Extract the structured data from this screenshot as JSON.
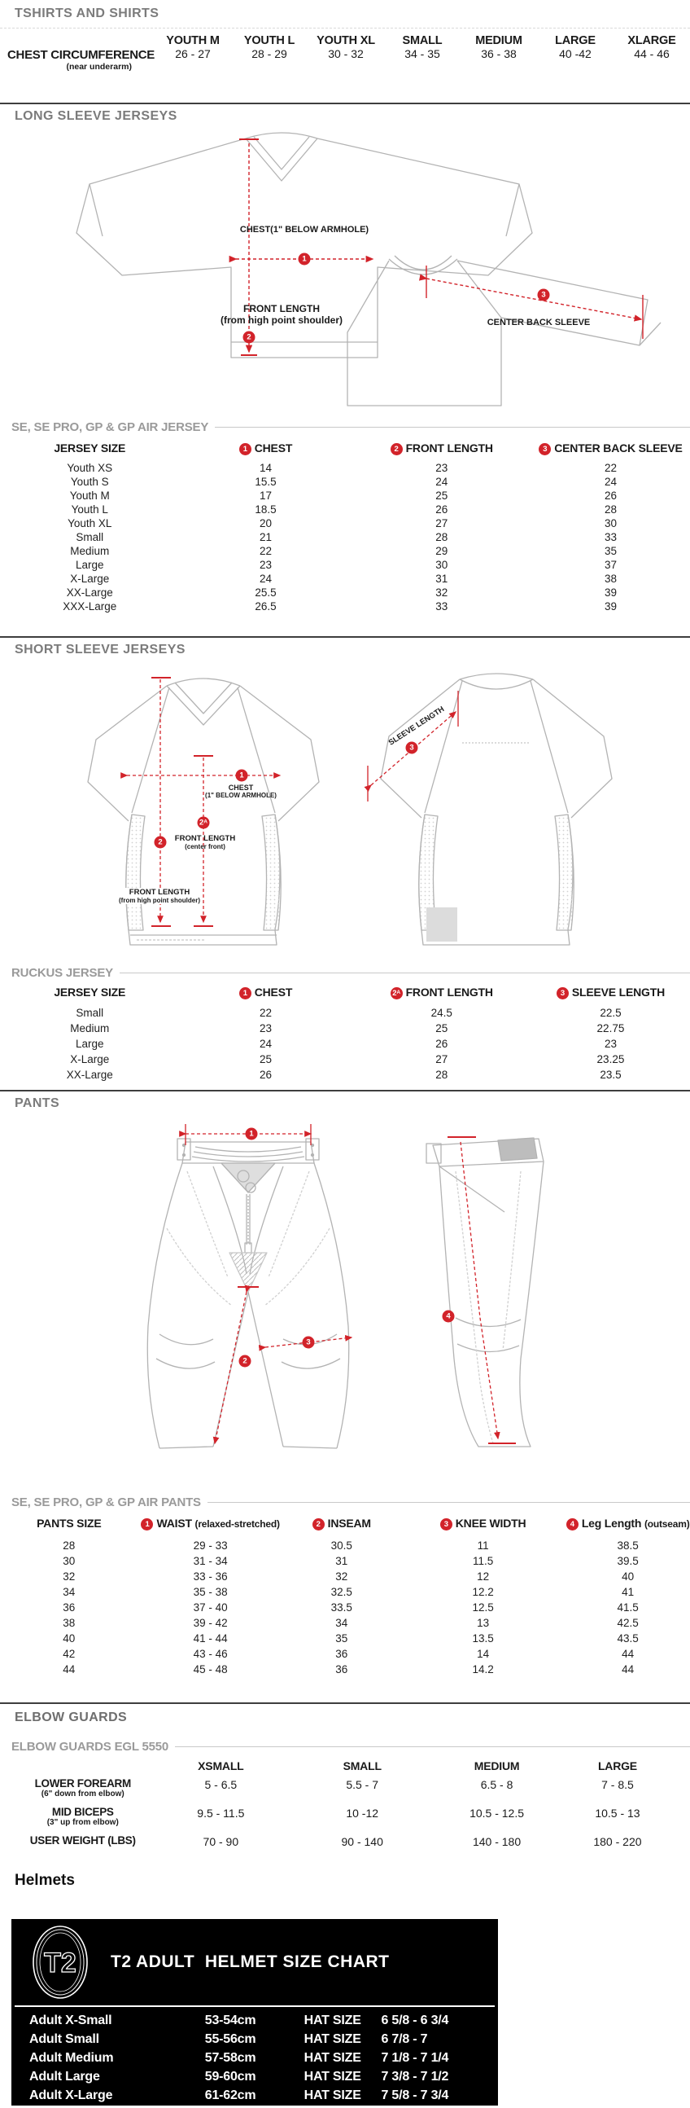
{
  "colors": {
    "accent_red": "#d2232a",
    "heading_gray": "#7b7b7b",
    "subheading_gray": "#9a9a9a",
    "divider_dark": "#3e3e3e",
    "line_art_gray": "#b3b3b3",
    "helmet_bg": "#000000"
  },
  "tshirts": {
    "heading": "TSHIRTS AND SHIRTS",
    "row_label": "CHEST CIRCUMFERENCE",
    "row_sublabel": "(near underarm)",
    "columns": [
      "YOUTH M",
      "YOUTH L",
      "YOUTH XL",
      "SMALL",
      "MEDIUM",
      "LARGE",
      "XLARGE"
    ],
    "values": [
      "26 - 27",
      "28 - 29",
      "30 - 32",
      "34 - 35",
      "36 - 38",
      "40 -42",
      "44 - 46"
    ]
  },
  "long_sleeve": {
    "heading": "LONG SLEEVE JERSEYS",
    "labels": {
      "chest": "CHEST(1\" BELOW ARMHOLE)",
      "front_length": "FRONT LENGTH",
      "front_length_sub": "(from high point shoulder)",
      "center_back_sleeve": "CENTER BACK SLEEVE"
    },
    "markers": {
      "chest": "1",
      "front_length": "2",
      "center_back_sleeve": "3"
    }
  },
  "se_jersey": {
    "heading": "SE, SE PRO, GP & GP AIR JERSEY",
    "headers": [
      {
        "marker": "",
        "sup": "",
        "label": "JERSEY SIZE"
      },
      {
        "marker": "1",
        "sup": "",
        "label": "CHEST"
      },
      {
        "marker": "2",
        "sup": "",
        "label": "FRONT LENGTH"
      },
      {
        "marker": "3",
        "sup": "",
        "label": "CENTER BACK SLEEVE"
      }
    ],
    "rows": [
      [
        "Youth XS",
        "14",
        "23",
        "22"
      ],
      [
        "Youth S",
        "15.5",
        "24",
        "24"
      ],
      [
        "Youth M",
        "17",
        "25",
        "26"
      ],
      [
        "Youth L",
        "18.5",
        "26",
        "28"
      ],
      [
        "Youth XL",
        "20",
        "27",
        "30"
      ],
      [
        "Small",
        "21",
        "28",
        "33"
      ],
      [
        "Medium",
        "22",
        "29",
        "35"
      ],
      [
        "Large",
        "23",
        "30",
        "37"
      ],
      [
        "X-Large",
        "24",
        "31",
        "38"
      ],
      [
        "XX-Large",
        "25.5",
        "32",
        "39"
      ],
      [
        "XXX-Large",
        "26.5",
        "33",
        "39"
      ]
    ]
  },
  "short_sleeve": {
    "heading": "SHORT SLEEVE JERSEYS",
    "labels": {
      "sleeve_length": "SLEEVE LENGTH",
      "chest": "CHEST",
      "chest_sub": "(1\" BELOW ARMHOLE)",
      "front_length_center": "FRONT LENGTH",
      "front_length_center_sub": "(center front)",
      "front_length_hps": "FRONT LENGTH",
      "front_length_hps_sub": "(from high point shoulder)"
    },
    "markers": {
      "chest": "1",
      "front_hps": "2",
      "front_center": "2",
      "front_center_sup": "A",
      "sleeve": "3"
    }
  },
  "ruckus": {
    "heading": "RUCKUS JERSEY",
    "headers": [
      {
        "marker": "",
        "sup": "",
        "label": "JERSEY SIZE"
      },
      {
        "marker": "1",
        "sup": "",
        "label": "CHEST"
      },
      {
        "marker": "2",
        "sup": "A",
        "label": "FRONT LENGTH"
      },
      {
        "marker": "3",
        "sup": "",
        "label": "SLEEVE LENGTH"
      }
    ],
    "rows": [
      [
        "Small",
        "22",
        "24.5",
        "22.5"
      ],
      [
        "Medium",
        "23",
        "25",
        "22.75"
      ],
      [
        "Large",
        "24",
        "26",
        "23"
      ],
      [
        "X-Large",
        "25",
        "27",
        "23.25"
      ],
      [
        "XX-Large",
        "26",
        "28",
        "23.5"
      ]
    ]
  },
  "pants": {
    "heading": "PANTS",
    "markers": {
      "waist": "1",
      "inseam": "2",
      "knee": "3",
      "leg": "4"
    }
  },
  "se_pants": {
    "heading": "SE, SE PRO, GP & GP AIR PANTS",
    "headers": [
      {
        "marker": "",
        "sup": "",
        "label": "PANTS SIZE",
        "sub": ""
      },
      {
        "marker": "1",
        "sup": "",
        "label": "WAIST",
        "sub": "(relaxed-stretched)"
      },
      {
        "marker": "2",
        "sup": "",
        "label": "INSEAM",
        "sub": ""
      },
      {
        "marker": "3",
        "sup": "",
        "label": "KNEE WIDTH",
        "sub": ""
      },
      {
        "marker": "4",
        "sup": "",
        "label": "Leg Length",
        "sub": "(outseam)"
      }
    ],
    "rows": [
      [
        "28",
        "29 - 33",
        "30.5",
        "11",
        "38.5"
      ],
      [
        "30",
        "31 - 34",
        "31",
        "11.5",
        "39.5"
      ],
      [
        "32",
        "33 - 36",
        "32",
        "12",
        "40"
      ],
      [
        "34",
        "35 - 38",
        "32.5",
        "12.2",
        "41"
      ],
      [
        "36",
        "37 - 40",
        "33.5",
        "12.5",
        "41.5"
      ],
      [
        "38",
        "39 - 42",
        "34",
        "13",
        "42.5"
      ],
      [
        "40",
        "41 - 44",
        "35",
        "13.5",
        "43.5"
      ],
      [
        "42",
        "43 - 46",
        "36",
        "14",
        "44"
      ],
      [
        "44",
        "45 - 48",
        "36",
        "14.2",
        "44"
      ]
    ]
  },
  "elbow": {
    "heading": "ELBOW GUARDS",
    "subheading": "ELBOW GUARDS EGL 5550",
    "columns": [
      "XSMALL",
      "SMALL",
      "MEDIUM",
      "LARGE"
    ],
    "rows": [
      {
        "label": "LOWER FOREARM",
        "sub": "(6\" down from elbow)",
        "values": [
          "5 - 6.5",
          "5.5 - 7",
          "6.5 - 8",
          "7 - 8.5"
        ]
      },
      {
        "label": "MID BICEPS",
        "sub": "(3\" up from elbow)",
        "values": [
          "9.5 - 11.5",
          "10 -12",
          "10.5 - 12.5",
          "10.5 - 13"
        ]
      },
      {
        "label": "USER WEIGHT (LBS)",
        "sub": "",
        "values": [
          "70 - 90",
          "90 - 140",
          "140 - 180",
          "180 - 220"
        ]
      }
    ]
  },
  "helmets": {
    "heading": "Helmets",
    "chart_title": "T2 ADULT  HELMET SIZE CHART",
    "logo_text": "T2",
    "rows": [
      [
        "Adult X-Small",
        "53-54cm",
        "HAT SIZE",
        "6 5/8 - 6 3/4"
      ],
      [
        "Adult Small",
        "55-56cm",
        "HAT SIZE",
        "6 7/8 - 7"
      ],
      [
        "Adult Medium",
        "57-58cm",
        "HAT SIZE",
        "7 1/8 - 7 1/4"
      ],
      [
        "Adult Large",
        "59-60cm",
        "HAT SIZE",
        "7 3/8 - 7 1/2"
      ],
      [
        "Adult X-Large",
        "61-62cm",
        "HAT SIZE",
        "7 5/8 - 7 3/4"
      ]
    ]
  }
}
